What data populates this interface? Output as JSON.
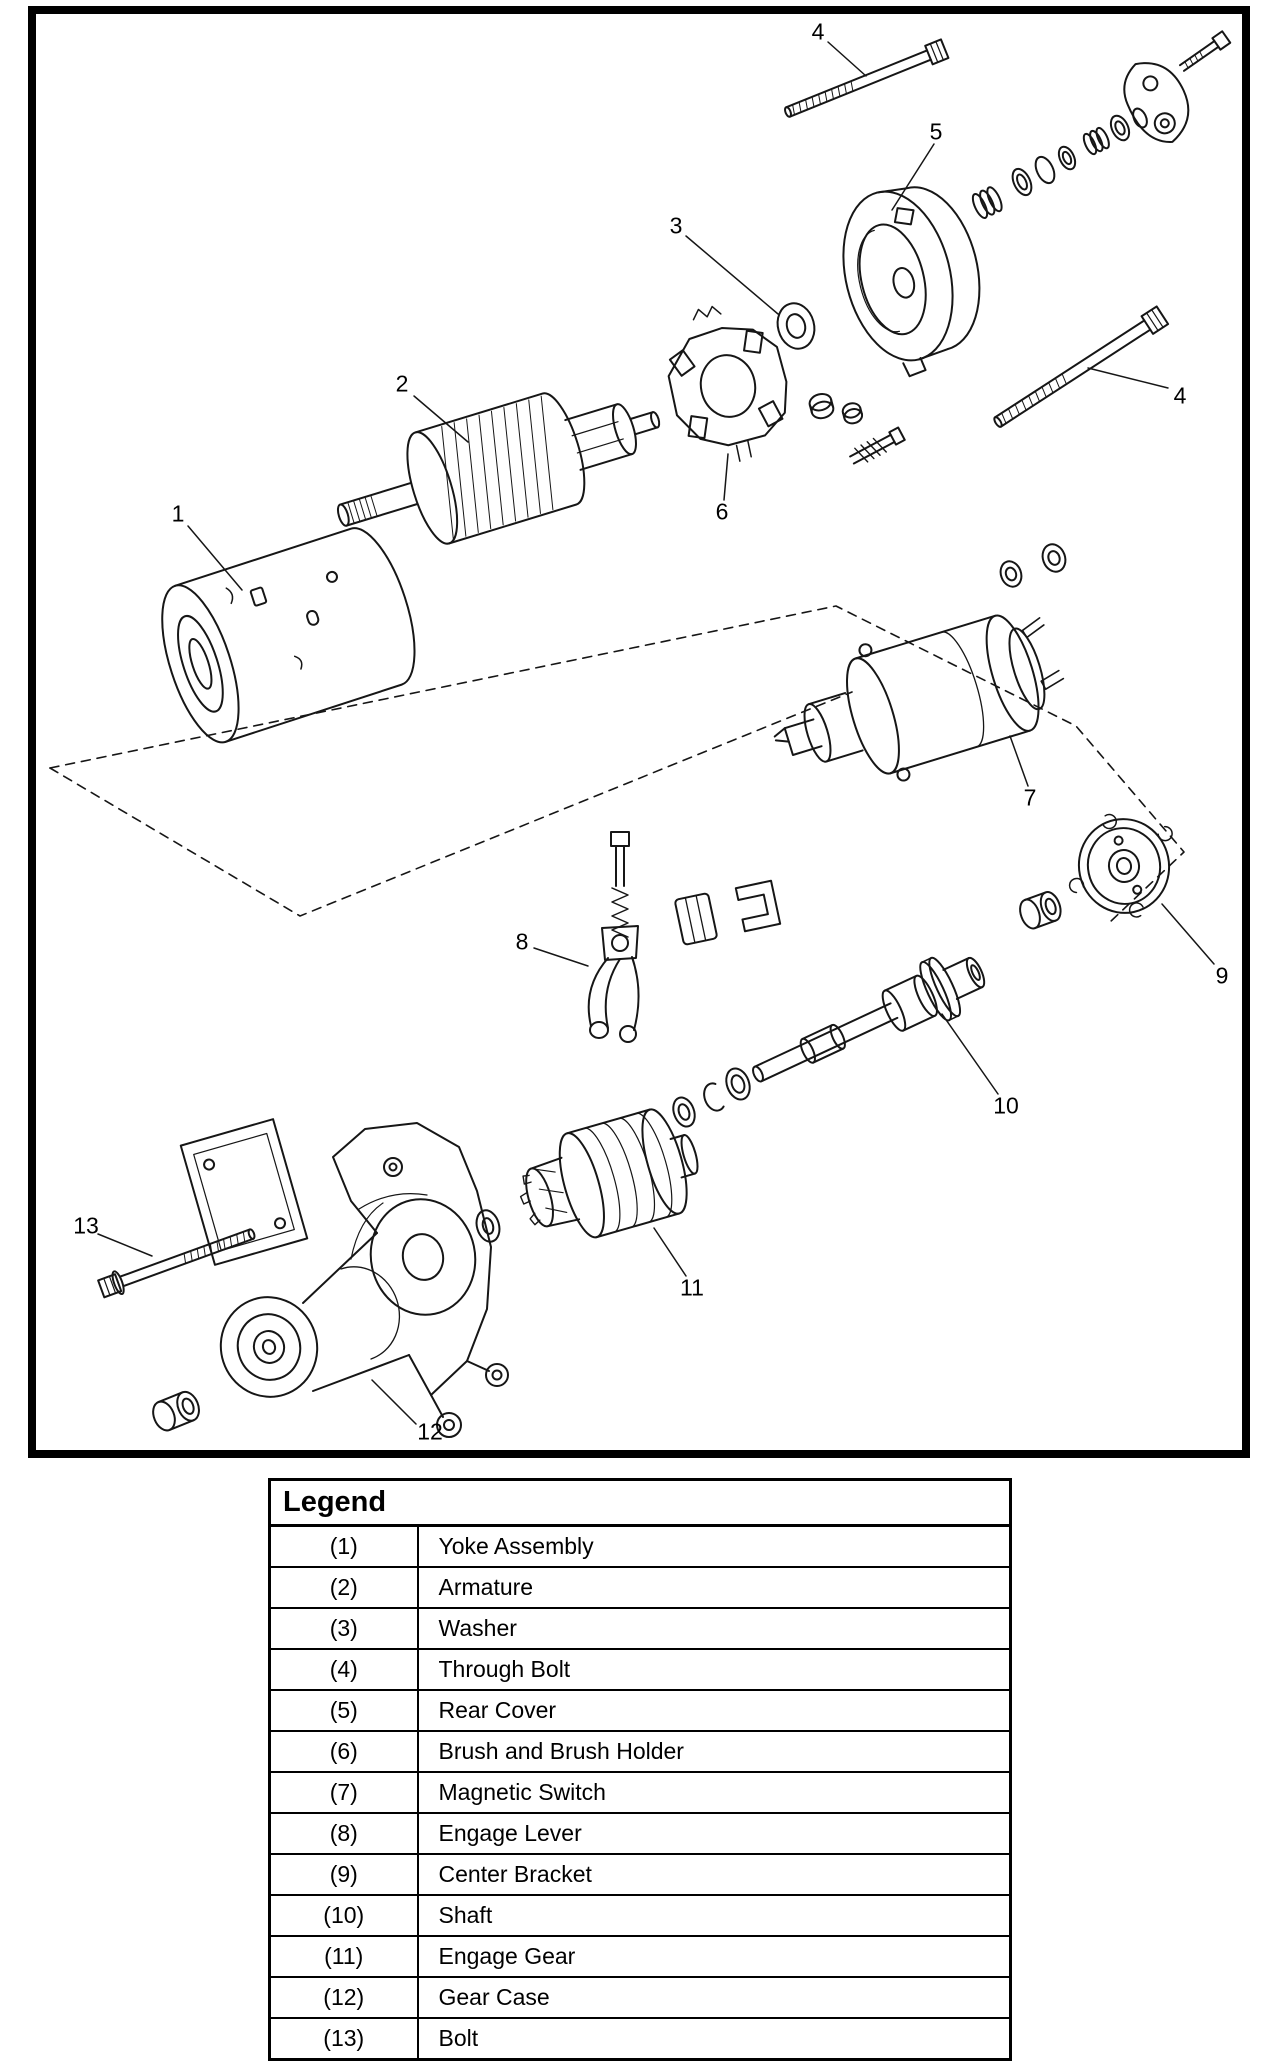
{
  "figure": {
    "callouts": [
      {
        "id": "callout-4-top",
        "label": "4"
      },
      {
        "id": "callout-5",
        "label": "5"
      },
      {
        "id": "callout-3",
        "label": "3"
      },
      {
        "id": "callout-2",
        "label": "2"
      },
      {
        "id": "callout-4-right",
        "label": "4"
      },
      {
        "id": "callout-1",
        "label": "1"
      },
      {
        "id": "callout-6",
        "label": "6"
      },
      {
        "id": "callout-7",
        "label": "7"
      },
      {
        "id": "callout-8",
        "label": "8"
      },
      {
        "id": "callout-9",
        "label": "9"
      },
      {
        "id": "callout-10",
        "label": "10"
      },
      {
        "id": "callout-11",
        "label": "11"
      },
      {
        "id": "callout-13",
        "label": "13"
      },
      {
        "id": "callout-12",
        "label": "12"
      }
    ]
  },
  "legend": {
    "title": "Legend",
    "rows": [
      {
        "number": "(1)",
        "name": "Yoke Assembly"
      },
      {
        "number": "(2)",
        "name": "Armature"
      },
      {
        "number": "(3)",
        "name": "Washer"
      },
      {
        "number": "(4)",
        "name": "Through Bolt"
      },
      {
        "number": "(5)",
        "name": "Rear Cover"
      },
      {
        "number": "(6)",
        "name": "Brush and Brush Holder"
      },
      {
        "number": "(7)",
        "name": "Magnetic Switch"
      },
      {
        "number": "(8)",
        "name": "Engage Lever"
      },
      {
        "number": "(9)",
        "name": "Center Bracket"
      },
      {
        "number": "(10)",
        "name": "Shaft"
      },
      {
        "number": "(11)",
        "name": "Engage Gear"
      },
      {
        "number": "(12)",
        "name": "Gear Case"
      },
      {
        "number": "(13)",
        "name": "Bolt"
      }
    ]
  },
  "colors": {
    "ink": "#161616",
    "background": "#ffffff",
    "frame_border": "#000000"
  }
}
